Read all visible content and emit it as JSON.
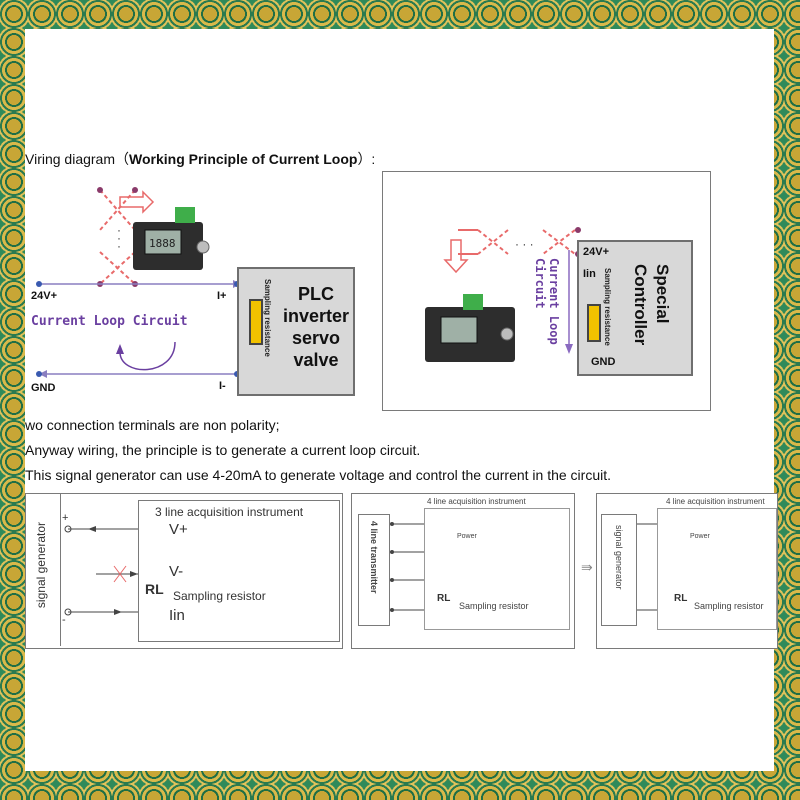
{
  "heading": {
    "plain": "Viring diagram（",
    "bold": "Working Principle of Current Loop",
    "tail": "）:"
  },
  "left_diagram": {
    "plus_label": "24V+",
    "minus_label": "GND",
    "loop_label": "Current Loop Circuit",
    "i_plus": "I+",
    "i_minus": "I-",
    "resistor_label": "Sampling resistance",
    "target_lines": [
      "PLC",
      "inverter",
      "servo",
      "valve"
    ],
    "display_value": "1888"
  },
  "right_diagram": {
    "plus_label": "24V+",
    "iin_label": "Iin",
    "gnd_label": "GND",
    "resistor_label": "Sampling resistance",
    "loop_label": "Current Loop Circuit",
    "controller_label": "Special Controller"
  },
  "notes": [
    "wo connection terminals are non polarity;",
    "Anyway wiring, the principle is to generate a current loop circuit.",
    "This signal generator can use 4-20mA to generate voltage and control the current in the circuit."
  ],
  "bottom_left": {
    "generator": "signal generator",
    "plus": "+",
    "minus": "-",
    "instrument": "3 line acquisition instrument",
    "vplus": "V+",
    "vminus": "V-",
    "rl": "RL",
    "sampling": "Sampling resistor",
    "iin": "Iin"
  },
  "bottom_mid": {
    "instrument": "4 line acquisition instrument",
    "transmitter": "4 line transmitter",
    "power": "Power",
    "rl": "RL",
    "sampling": "Sampling resistor"
  },
  "bottom_right": {
    "instrument": "4 line acquisition instrument",
    "generator": "signal generator",
    "power": "Power",
    "rl": "RL",
    "sampling": "Sampling resistor"
  }
}
